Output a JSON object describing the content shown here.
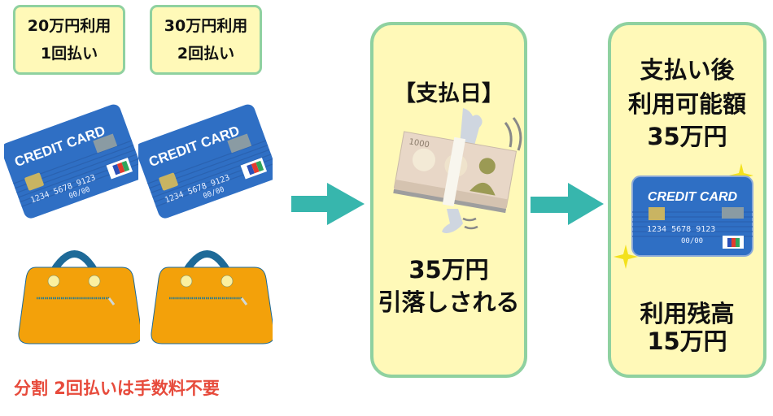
{
  "left_tags": [
    {
      "line1": "20万円利用",
      "line2": "1回払い"
    },
    {
      "line1": "30万円利用",
      "line2": "2回払い"
    }
  ],
  "card": {
    "label": "CREDIT CARD",
    "number_groups": [
      "1234",
      "5678",
      "9123"
    ],
    "expiry": "00/00"
  },
  "note": "分割 2回払いは手数料不要",
  "payment_panel": {
    "title": "【支払日】",
    "bill_label": "1000",
    "amount": "35万円",
    "action": "引落しされる"
  },
  "after_panel": {
    "line1": "支払い後",
    "line2": "利用可能額",
    "available": "35万円",
    "balance_label": "利用残高",
    "balance": "15万円"
  },
  "colors": {
    "panel_fill": "#fff9b8",
    "panel_border": "#8fd1a0",
    "arrow": "#37b6ad",
    "card_blue": "#2f6fc4",
    "bag_orange": "#f3a10a",
    "bag_handle": "#1e6a98",
    "note_red": "#e74b3c"
  }
}
